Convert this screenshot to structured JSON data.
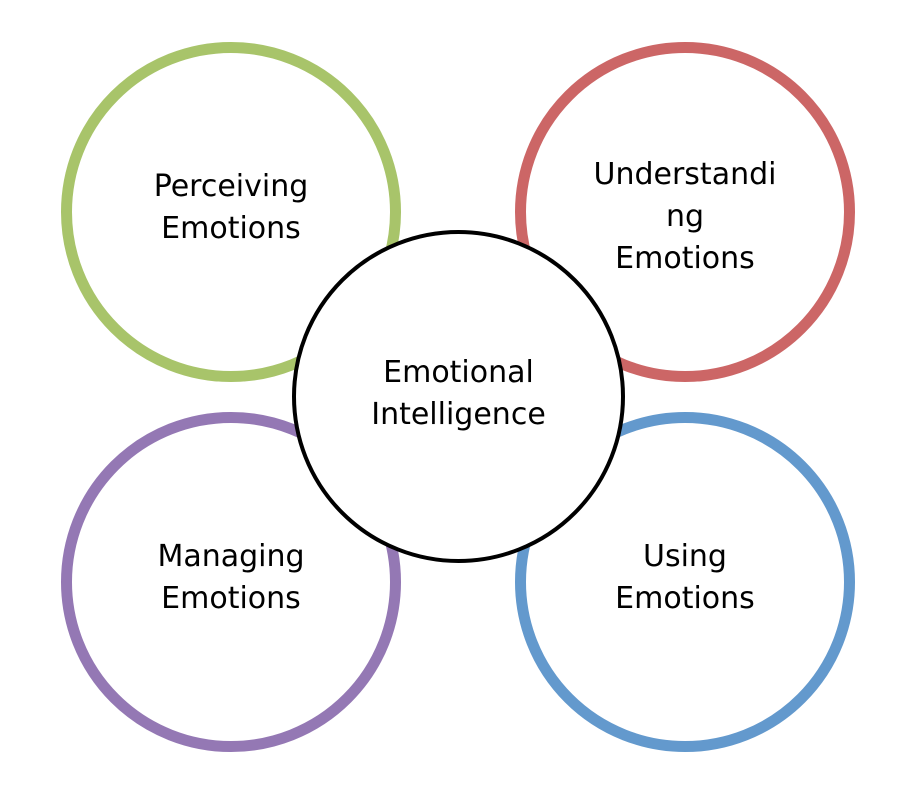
{
  "diagram": {
    "center": {
      "label": "Emotional\nIntelligence"
    },
    "nodes": {
      "perceiving": {
        "label": "Perceiving\nEmotions",
        "color": "#a8c46a"
      },
      "understanding": {
        "label": "Understandi\nng\nEmotions",
        "color": "#cc6666"
      },
      "managing": {
        "label": "Managing\nEmotions",
        "color": "#9478b4"
      },
      "using": {
        "label": "Using\nEmotions",
        "color": "#6399cd"
      }
    }
  }
}
